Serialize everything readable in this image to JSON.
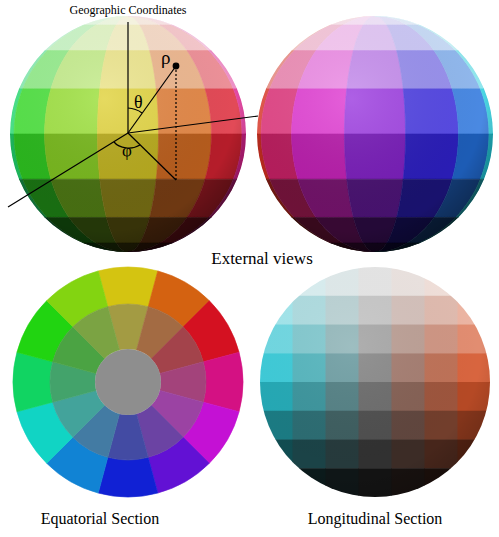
{
  "diagram": {
    "labels": [
      "Geographic Coordinates",
      "ρ",
      "θ",
      "φ",
      "External views",
      "Equatorial Section",
      "Longitudinal Section"
    ]
  }
}
